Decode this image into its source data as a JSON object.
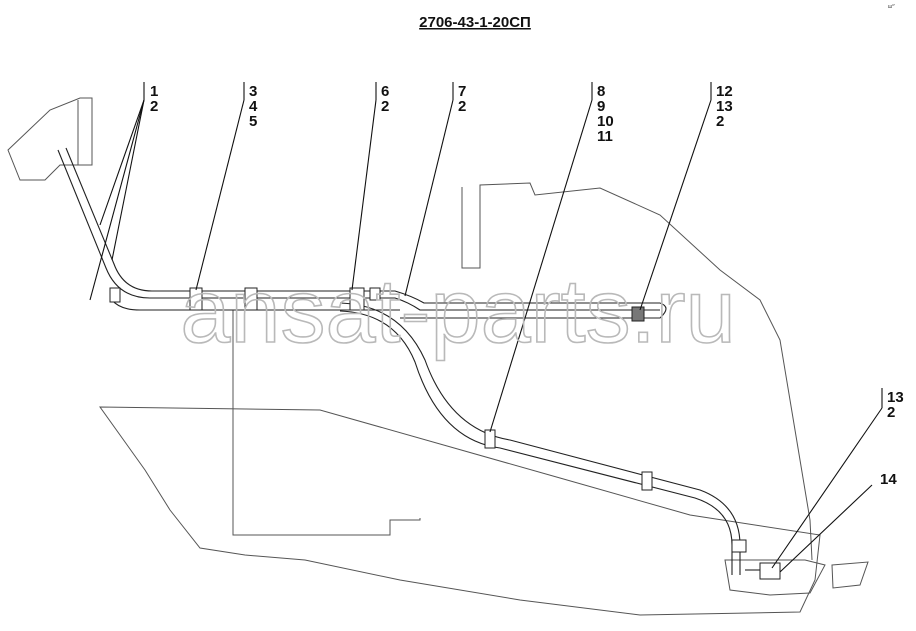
{
  "title": "2706-43-1-20СП",
  "corner_mark": "ш°’",
  "watermark": "ansat-parts.ru",
  "callouts": [
    {
      "id": "g1",
      "lines": [
        "1",
        "2"
      ]
    },
    {
      "id": "g2",
      "lines": [
        "3",
        "4",
        "5"
      ]
    },
    {
      "id": "g3",
      "lines": [
        "6",
        "2"
      ]
    },
    {
      "id": "g4",
      "lines": [
        "7",
        "2"
      ]
    },
    {
      "id": "g5",
      "lines": [
        "8",
        "9",
        "10",
        "11"
      ]
    },
    {
      "id": "g6",
      "lines": [
        "12",
        "13",
        "2"
      ]
    },
    {
      "id": "g7",
      "lines": [
        "13",
        "2"
      ]
    },
    {
      "id": "g8",
      "lines": [
        "14"
      ]
    }
  ]
}
